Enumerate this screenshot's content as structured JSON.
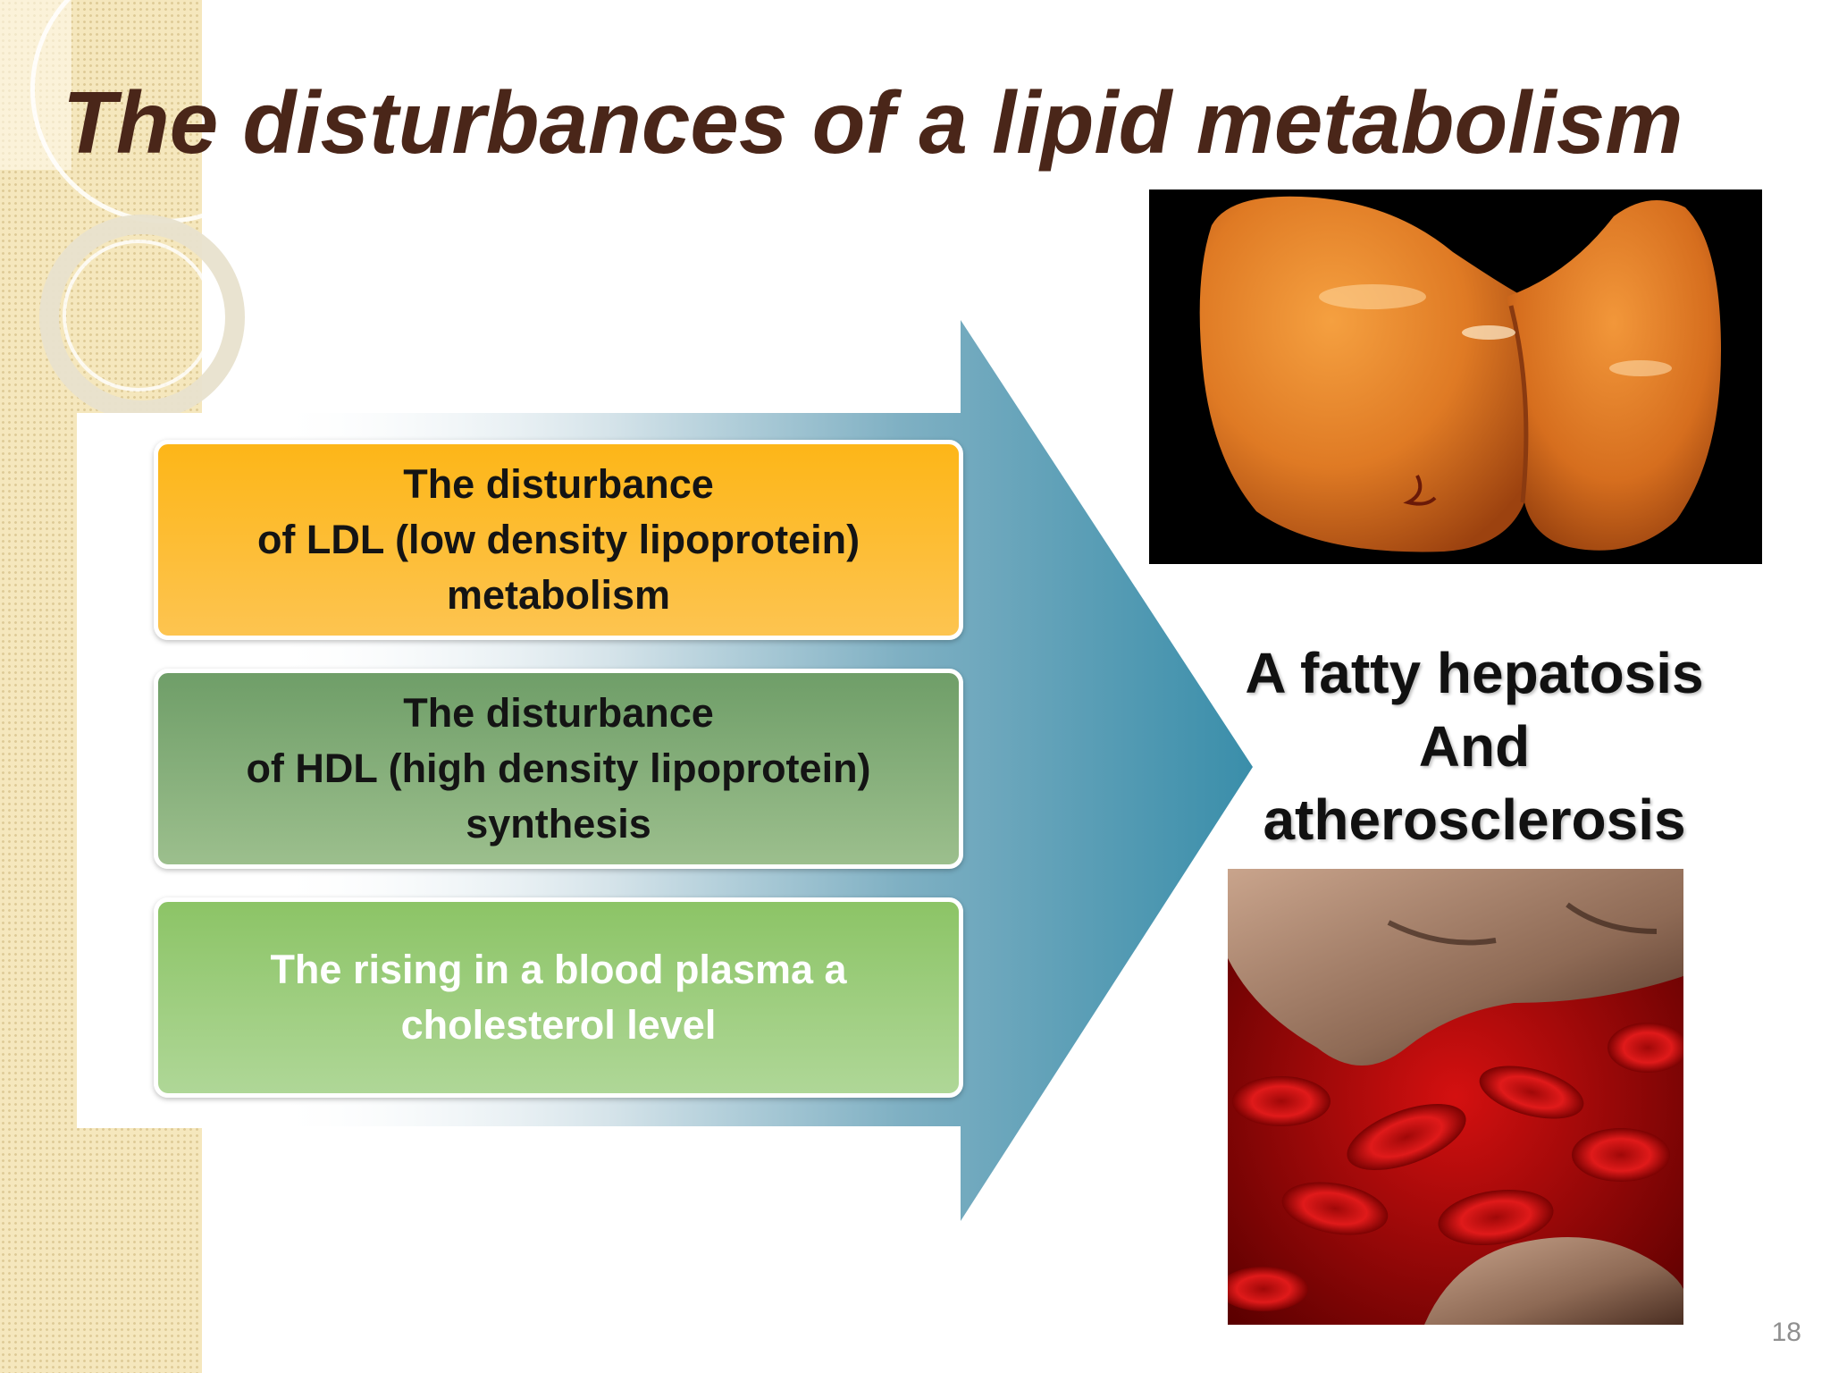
{
  "slide": {
    "title": "The disturbances of a lipid metabolism",
    "page_number": "18"
  },
  "causes": [
    {
      "lines": [
        "The disturbance",
        "of LDL (low density lipoprotein)",
        "metabolism"
      ]
    },
    {
      "lines": [
        "The disturbance",
        "of HDL (high density lipoprotein)",
        "synthesis"
      ]
    },
    {
      "lines": [
        "The rising in a blood plasma a",
        "cholesterol level"
      ]
    }
  ],
  "outcome": {
    "lines": [
      "A fatty hepatosis",
      "And",
      "atherosclerosis"
    ]
  },
  "colors": {
    "title": "#4a2619",
    "ldl_box": "#fdb618",
    "hdl_box": "#6f9e68",
    "cholesterol_box": "#8cc466",
    "arrow": "#3a8eaa"
  },
  "images": [
    {
      "subject": "fatty-liver-photo"
    },
    {
      "subject": "blood-vessel-plaque-photo"
    }
  ]
}
